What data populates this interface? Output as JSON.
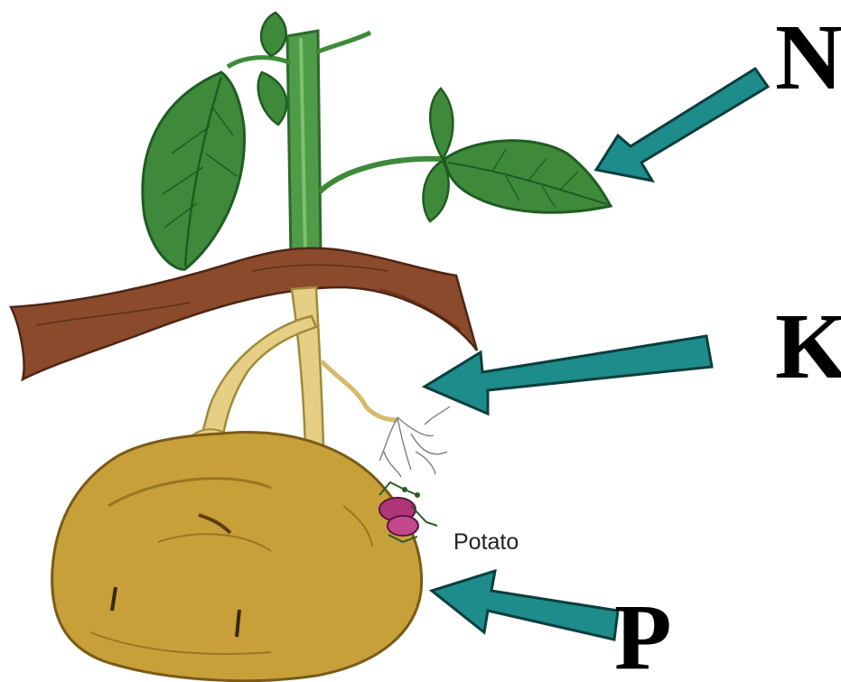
{
  "labels": {
    "n": "N",
    "k": "K",
    "p": "P",
    "potato": "Potato"
  },
  "colors": {
    "arrow": "#1e8c8a",
    "arrow_outline": "#0a3f3e",
    "stem": "#4e9b48",
    "leaf": "#3f8a3a",
    "leaf_dark": "#1f5c23",
    "soil": "#8b4a2b",
    "root": "#e4cf85",
    "tuber": "#c8a03a",
    "tuber_dark": "#7c5a16",
    "insect": "#b0367a"
  },
  "icons": {
    "arrows": "teal-arrow-icon",
    "insect": "beetle-icon"
  }
}
